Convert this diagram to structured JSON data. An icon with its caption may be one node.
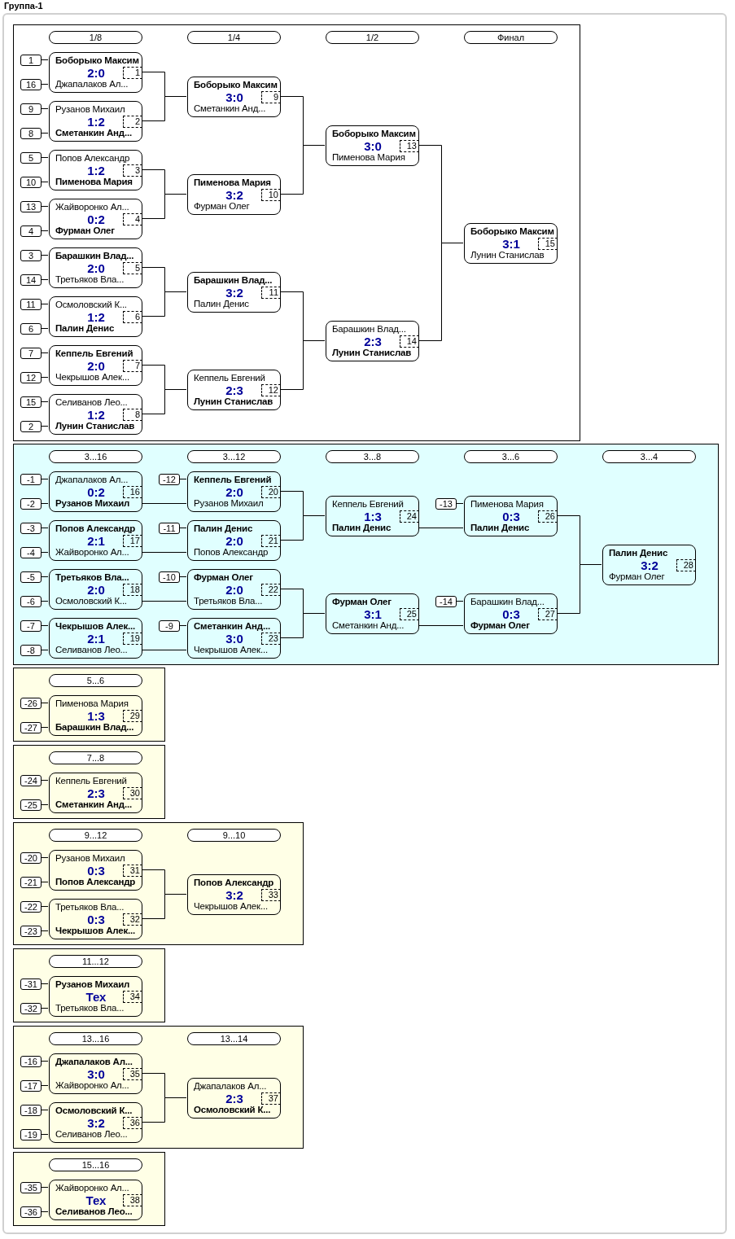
{
  "diagram": {
    "title": "Группа-1",
    "nodes": [
      {
        "text": [],
        "shape": "box"
      },
      {
        "text": [
          "1/8"
        ],
        "in": 0
      },
      {
        "text": [
          "1/4"
        ],
        "in": 0
      },
      {
        "text": [
          "1/2"
        ],
        "in": 0
      },
      {
        "text": [
          "Финал"
        ],
        "in": 0
      },
      {
        "text": [
          "1"
        ],
        "in": 0
      },
      {
        "text": [
          "16"
        ],
        "in": 0
      },
      {
        "text": [
          "Боборыко Максим",
          "2:0",
          "Джапалаков Ал...",
          "1"
        ],
        "in": 0
      },
      {
        "text": [
          "9"
        ],
        "in": 0
      },
      {
        "text": [
          "8"
        ],
        "in": 0
      },
      {
        "text": [
          "Рузанов Михаил",
          "1:2",
          "Сметанкин Анд...",
          "2"
        ],
        "in": 0
      },
      {
        "text": [
          "5"
        ],
        "in": 0
      },
      {
        "text": [
          "10"
        ],
        "in": 0
      },
      {
        "text": [
          "Попов Александр",
          "1:2",
          "Пименова Мария",
          "3"
        ],
        "in": 0
      },
      {
        "text": [
          "13"
        ],
        "in": 0
      },
      {
        "text": [
          "4"
        ],
        "in": 0
      },
      {
        "text": [
          "Жайворонко Ал...",
          "0:2",
          "Фурман Олег",
          "4"
        ],
        "in": 0
      },
      {
        "text": [
          "3"
        ],
        "in": 0
      },
      {
        "text": [
          "14"
        ],
        "in": 0
      },
      {
        "text": [
          "Барашкин Влад...",
          "2:0",
          "Третьяков Вла...",
          "5"
        ],
        "in": 0
      },
      {
        "text": [
          "11"
        ],
        "in": 0
      },
      {
        "text": [
          "6"
        ],
        "in": 0
      },
      {
        "text": [
          "Осмоловский К...",
          "1:2",
          "Палин Денис",
          "6"
        ],
        "in": 0
      },
      {
        "text": [
          "7"
        ],
        "in": 0
      },
      {
        "text": [
          "12"
        ],
        "in": 0
      },
      {
        "text": [
          "Кеппель Евгений",
          "2:0",
          "Чекрышов Алек...",
          "7"
        ],
        "in": 0
      },
      {
        "text": [
          "15"
        ],
        "in": 0
      },
      {
        "text": [
          "2"
        ],
        "in": 0
      },
      {
        "text": [
          "Селиванов Лео...",
          "1:2",
          "Лунин Станислав",
          "8"
        ],
        "in": 0
      },
      {
        "text": [
          "Боборыко Максим",
          "3:0",
          "Сметанкин Анд...",
          "9"
        ],
        "in": 0
      },
      {
        "text": [
          "Пименова Мария",
          "3:2",
          "Фурман Олег",
          "10"
        ],
        "in": 0
      },
      {
        "text": [
          "Барашкин Влад...",
          "3:2",
          "Палин Денис",
          "11"
        ],
        "in": 0
      },
      {
        "text": [
          "Кеппель Евгений",
          "2:3",
          "Лунин Станислав",
          "12"
        ],
        "in": 0
      },
      {
        "text": [
          "Боборыко Максим",
          "3:0",
          "Пименова Мария",
          "13"
        ],
        "in": 0
      },
      {
        "text": [
          "Барашкин Влад...",
          "2:3",
          "Лунин Станислав",
          "14"
        ],
        "in": 0
      },
      {
        "text": [
          "Боборыко Максим",
          "3:1",
          "Лунин Станислав",
          "15"
        ],
        "in": 0
      },
      {
        "text": [],
        "shape": "box"
      },
      {
        "text": [
          "3...16"
        ],
        "in": 36
      },
      {
        "text": [
          "3...12"
        ],
        "in": 36
      },
      {
        "text": [
          "3...8"
        ],
        "in": 36
      },
      {
        "text": [
          "3...6"
        ],
        "in": 36
      },
      {
        "text": [
          "3...4"
        ],
        "in": 36
      },
      {
        "text": [
          "-1"
        ],
        "in": 36
      },
      {
        "text": [
          "-2"
        ],
        "in": 36
      },
      {
        "text": [
          "Джапалаков Ал...",
          "0:2",
          "Рузанов Михаил",
          "16"
        ],
        "in": 36
      },
      {
        "text": [
          "-3"
        ],
        "in": 36
      },
      {
        "text": [
          "-4"
        ],
        "in": 36
      },
      {
        "text": [
          "Попов Александр",
          "2:1",
          "Жайворонко Ал...",
          "17"
        ],
        "in": 36
      },
      {
        "text": [
          "-5"
        ],
        "in": 36
      },
      {
        "text": [
          "-6"
        ],
        "in": 36
      },
      {
        "text": [
          "Третьяков Вла...",
          "2:0",
          "Осмоловский К...",
          "18"
        ],
        "in": 36
      },
      {
        "text": [
          "-7"
        ],
        "in": 36
      },
      {
        "text": [
          "-8"
        ],
        "in": 36
      },
      {
        "text": [
          "Чекрышов Алек...",
          "2:1",
          "Селиванов Лео...",
          "19"
        ],
        "in": 36
      },
      {
        "text": [
          "-12"
        ],
        "in": 36
      },
      {
        "text": [
          "Кеппель Евгений",
          "2:0",
          "Рузанов Михаил",
          "20"
        ],
        "in": 36
      },
      {
        "text": [
          "-11"
        ],
        "in": 36
      },
      {
        "text": [
          "Палин Денис",
          "2:0",
          "Попов Александр",
          "21"
        ],
        "in": 36
      },
      {
        "text": [
          "-10"
        ],
        "in": 36
      },
      {
        "text": [
          "Фурман Олег",
          "2:0",
          "Третьяков Вла...",
          "22"
        ],
        "in": 36
      },
      {
        "text": [
          "-9"
        ],
        "in": 36
      },
      {
        "text": [
          "Сметанкин Анд...",
          "3:0",
          "Чекрышов Алек...",
          "23"
        ],
        "in": 36
      },
      {
        "text": [
          "Кеппель Евгений",
          "1:3",
          "Палин Денис",
          "24"
        ],
        "in": 36
      },
      {
        "text": [
          "Фурман Олег",
          "3:1",
          "Сметанкин Анд...",
          "25"
        ],
        "in": 36
      },
      {
        "text": [
          "-13"
        ],
        "in": 36
      },
      {
        "text": [
          "Пименова Мария",
          "0:3",
          "Палин Денис",
          "26"
        ],
        "in": 36
      },
      {
        "text": [
          "-14"
        ],
        "in": 36
      },
      {
        "text": [
          "Барашкин Влад...",
          "0:3",
          "Фурман Олег",
          "27"
        ],
        "in": 36
      },
      {
        "text": [
          "Палин Денис",
          "3:2",
          "Фурман Олег",
          "28"
        ],
        "in": 36
      },
      {
        "text": [],
        "shape": "box"
      },
      {
        "text": [
          "5...6"
        ],
        "in": 69
      },
      {
        "text": [
          "-26"
        ],
        "in": 69
      },
      {
        "text": [
          "-27"
        ],
        "in": 69
      },
      {
        "text": [
          "Пименова Мария",
          "1:3",
          "Барашкин Влад...",
          "29"
        ],
        "in": 69
      },
      {
        "text": [],
        "shape": "box"
      },
      {
        "text": [
          "7...8"
        ],
        "in": 74
      },
      {
        "text": [
          "-24"
        ],
        "in": 74
      },
      {
        "text": [
          "-25"
        ],
        "in": 74
      },
      {
        "text": [
          "Кеппель Евгений",
          "2:3",
          "Сметанкин Анд...",
          "30"
        ],
        "in": 74
      },
      {
        "text": [],
        "shape": "box"
      },
      {
        "text": [
          "9...12"
        ],
        "in": 79
      },
      {
        "text": [
          "9...10"
        ],
        "in": 79
      },
      {
        "text": [
          "-20"
        ],
        "in": 79
      },
      {
        "text": [
          "-21"
        ],
        "in": 79
      },
      {
        "text": [
          "Рузанов Михаил",
          "0:3",
          "Попов Александр",
          "31"
        ],
        "in": 79
      },
      {
        "text": [
          "-22"
        ],
        "in": 79
      },
      {
        "text": [
          "-23"
        ],
        "in": 79
      },
      {
        "text": [
          "Третьяков Вла...",
          "0:3",
          "Чекрышов Алек...",
          "32"
        ],
        "in": 79
      },
      {
        "text": [
          "Попов Александр",
          "3:2",
          "Чекрышов Алек...",
          "33"
        ],
        "in": 79
      },
      {
        "text": [],
        "shape": "box"
      },
      {
        "text": [
          "11...12"
        ],
        "in": 89
      },
      {
        "text": [
          "-31"
        ],
        "in": 89
      },
      {
        "text": [
          "-32"
        ],
        "in": 89
      },
      {
        "text": [
          "Рузанов Михаил",
          "Тех",
          "Третьяков Вла...",
          "34"
        ],
        "in": 89
      },
      {
        "text": [],
        "shape": "box"
      },
      {
        "text": [
          "13...16"
        ],
        "in": 94
      },
      {
        "text": [
          "13...14"
        ],
        "in": 94
      },
      {
        "text": [
          "-16"
        ],
        "in": 94
      },
      {
        "text": [
          "-17"
        ],
        "in": 94
      },
      {
        "text": [
          "Джапалаков Ал...",
          "3:0",
          "Жайворонко Ал...",
          "35"
        ],
        "in": 94
      },
      {
        "text": [
          "-18"
        ],
        "in": 94
      },
      {
        "text": [
          "-19"
        ],
        "in": 94
      },
      {
        "text": [
          "Осмоловский К...",
          "3:2",
          "Селиванов Лео...",
          "36"
        ],
        "in": 94
      },
      {
        "text": [
          "Джапалаков Ал...",
          "2:3",
          "Осмоловский К...",
          "37"
        ],
        "in": 94
      },
      {
        "text": [],
        "shape": "box"
      },
      {
        "text": [
          "15...16"
        ],
        "in": 104
      },
      {
        "text": [
          "-35"
        ],
        "in": 104
      },
      {
        "text": [
          "-36"
        ],
        "in": 104
      },
      {
        "text": [
          "Жайворонко Ал...",
          "Тех",
          "Селиванов Лео...",
          "38"
        ],
        "in": 104
      }
    ],
    "edges": [
      {
        "from": 5,
        "to": 7,
        "arrow": "none"
      },
      {
        "from": 6,
        "to": 7,
        "arrow": "none"
      },
      {
        "from": 8,
        "to": 10,
        "arrow": "none"
      },
      {
        "from": 9,
        "to": 10,
        "arrow": "none"
      },
      {
        "from": 11,
        "to": 13,
        "arrow": "none"
      },
      {
        "from": 12,
        "to": 13,
        "arrow": "none"
      },
      {
        "from": 14,
        "to": 16,
        "arrow": "none"
      },
      {
        "from": 15,
        "to": 16,
        "arrow": "none"
      },
      {
        "from": 17,
        "to": 19,
        "arrow": "none"
      },
      {
        "from": 18,
        "to": 19,
        "arrow": "none"
      },
      {
        "from": 20,
        "to": 22,
        "arrow": "none"
      },
      {
        "from": 21,
        "to": 22,
        "arrow": "none"
      },
      {
        "from": 23,
        "to": 25,
        "arrow": "none"
      },
      {
        "from": 24,
        "to": 25,
        "arrow": "none"
      },
      {
        "from": 26,
        "to": 28,
        "arrow": "none"
      },
      {
        "from": 27,
        "to": 28,
        "arrow": "none"
      },
      {
        "from": 7,
        "to": 29,
        "arrow": "none"
      },
      {
        "from": 10,
        "to": 29,
        "arrow": "none"
      },
      {
        "from": 13,
        "to": 30,
        "arrow": "none"
      },
      {
        "from": 16,
        "to": 30,
        "arrow": "none"
      },
      {
        "from": 19,
        "to": 31,
        "arrow": "none"
      },
      {
        "from": 22,
        "to": 31,
        "arrow": "none"
      },
      {
        "from": 25,
        "to": 32,
        "arrow": "none"
      },
      {
        "from": 28,
        "to": 32,
        "arrow": "none"
      },
      {
        "from": 29,
        "to": 33,
        "arrow": "none"
      },
      {
        "from": 30,
        "to": 33,
        "arrow": "none"
      },
      {
        "from": 31,
        "to": 34,
        "arrow": "none"
      },
      {
        "from": 32,
        "to": 34,
        "arrow": "none"
      },
      {
        "from": 33,
        "to": 35,
        "arrow": "none"
      },
      {
        "from": 34,
        "to": 35,
        "arrow": "none"
      },
      {
        "from": 42,
        "to": 44,
        "arrow": "none"
      },
      {
        "from": 43,
        "to": 44,
        "arrow": "none"
      },
      {
        "from": 45,
        "to": 47,
        "arrow": "none"
      },
      {
        "from": 46,
        "to": 47,
        "arrow": "none"
      },
      {
        "from": 48,
        "to": 50,
        "arrow": "none"
      },
      {
        "from": 49,
        "to": 50,
        "arrow": "none"
      },
      {
        "from": 51,
        "to": 53,
        "arrow": "none"
      },
      {
        "from": 52,
        "to": 53,
        "arrow": "none"
      },
      {
        "from": 54,
        "to": 55,
        "arrow": "none"
      },
      {
        "from": 56,
        "to": 57,
        "arrow": "none"
      },
      {
        "from": 58,
        "to": 59,
        "arrow": "none"
      },
      {
        "from": 60,
        "to": 61,
        "arrow": "none"
      },
      {
        "from": 64,
        "to": 65,
        "arrow": "none"
      },
      {
        "from": 66,
        "to": 67,
        "arrow": "none"
      },
      {
        "from": 44,
        "to": 55,
        "arrow": "none"
      },
      {
        "from": 47,
        "to": 57,
        "arrow": "none"
      },
      {
        "from": 50,
        "to": 59,
        "arrow": "none"
      },
      {
        "from": 53,
        "to": 61,
        "arrow": "none"
      },
      {
        "from": 55,
        "to": 62,
        "arrow": "none"
      },
      {
        "from": 57,
        "to": 62,
        "arrow": "none"
      },
      {
        "from": 59,
        "to": 63,
        "arrow": "none"
      },
      {
        "from": 61,
        "to": 63,
        "arrow": "none"
      },
      {
        "from": 62,
        "to": 65,
        "arrow": "none"
      },
      {
        "from": 63,
        "to": 67,
        "arrow": "none"
      },
      {
        "from": 65,
        "to": 68,
        "arrow": "none"
      },
      {
        "from": 67,
        "to": 68,
        "arrow": "none"
      },
      {
        "from": 71,
        "to": 73,
        "arrow": "none"
      },
      {
        "from": 72,
        "to": 73,
        "arrow": "none"
      },
      {
        "from": 76,
        "to": 78,
        "arrow": "none"
      },
      {
        "from": 77,
        "to": 78,
        "arrow": "none"
      },
      {
        "from": 82,
        "to": 84,
        "arrow": "none"
      },
      {
        "from": 83,
        "to": 84,
        "arrow": "none"
      },
      {
        "from": 85,
        "to": 87,
        "arrow": "none"
      },
      {
        "from": 86,
        "to": 87,
        "arrow": "none"
      },
      {
        "from": 84,
        "to": 88,
        "arrow": "none"
      },
      {
        "from": 87,
        "to": 88,
        "arrow": "none"
      },
      {
        "from": 91,
        "to": 93,
        "arrow": "none"
      },
      {
        "from": 92,
        "to": 93,
        "arrow": "none"
      },
      {
        "from": 97,
        "to": 99,
        "arrow": "none"
      },
      {
        "from": 98,
        "to": 99,
        "arrow": "none"
      },
      {
        "from": 100,
        "to": 102,
        "arrow": "none"
      },
      {
        "from": 101,
        "to": 102,
        "arrow": "none"
      },
      {
        "from": 99,
        "to": 103,
        "arrow": "none"
      },
      {
        "from": 102,
        "to": 103,
        "arrow": "none"
      },
      {
        "from": 106,
        "to": 108,
        "arrow": "none"
      },
      {
        "from": 107,
        "to": 108,
        "arrow": "none"
      }
    ]
  }
}
